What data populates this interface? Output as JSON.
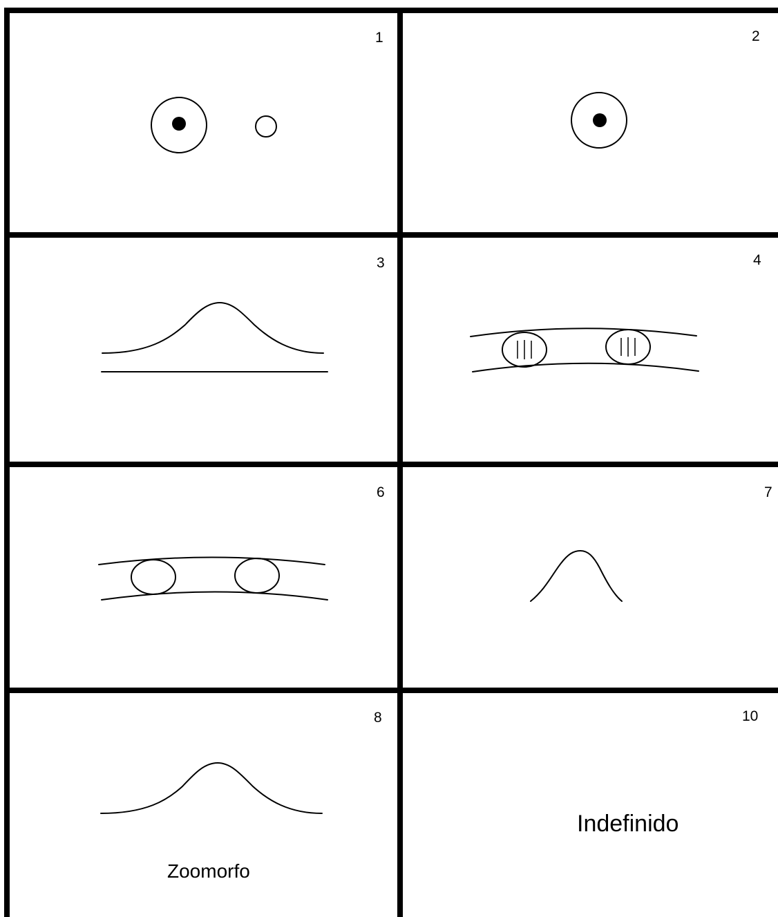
{
  "cells": [
    {
      "number": "1"
    },
    {
      "number": "2"
    },
    {
      "number": "3"
    },
    {
      "number": "4"
    },
    {
      "number": "6"
    },
    {
      "number": "7"
    },
    {
      "number": "8",
      "label": "Zoomorfo"
    },
    {
      "number": "10",
      "label": "Indefinido"
    }
  ]
}
